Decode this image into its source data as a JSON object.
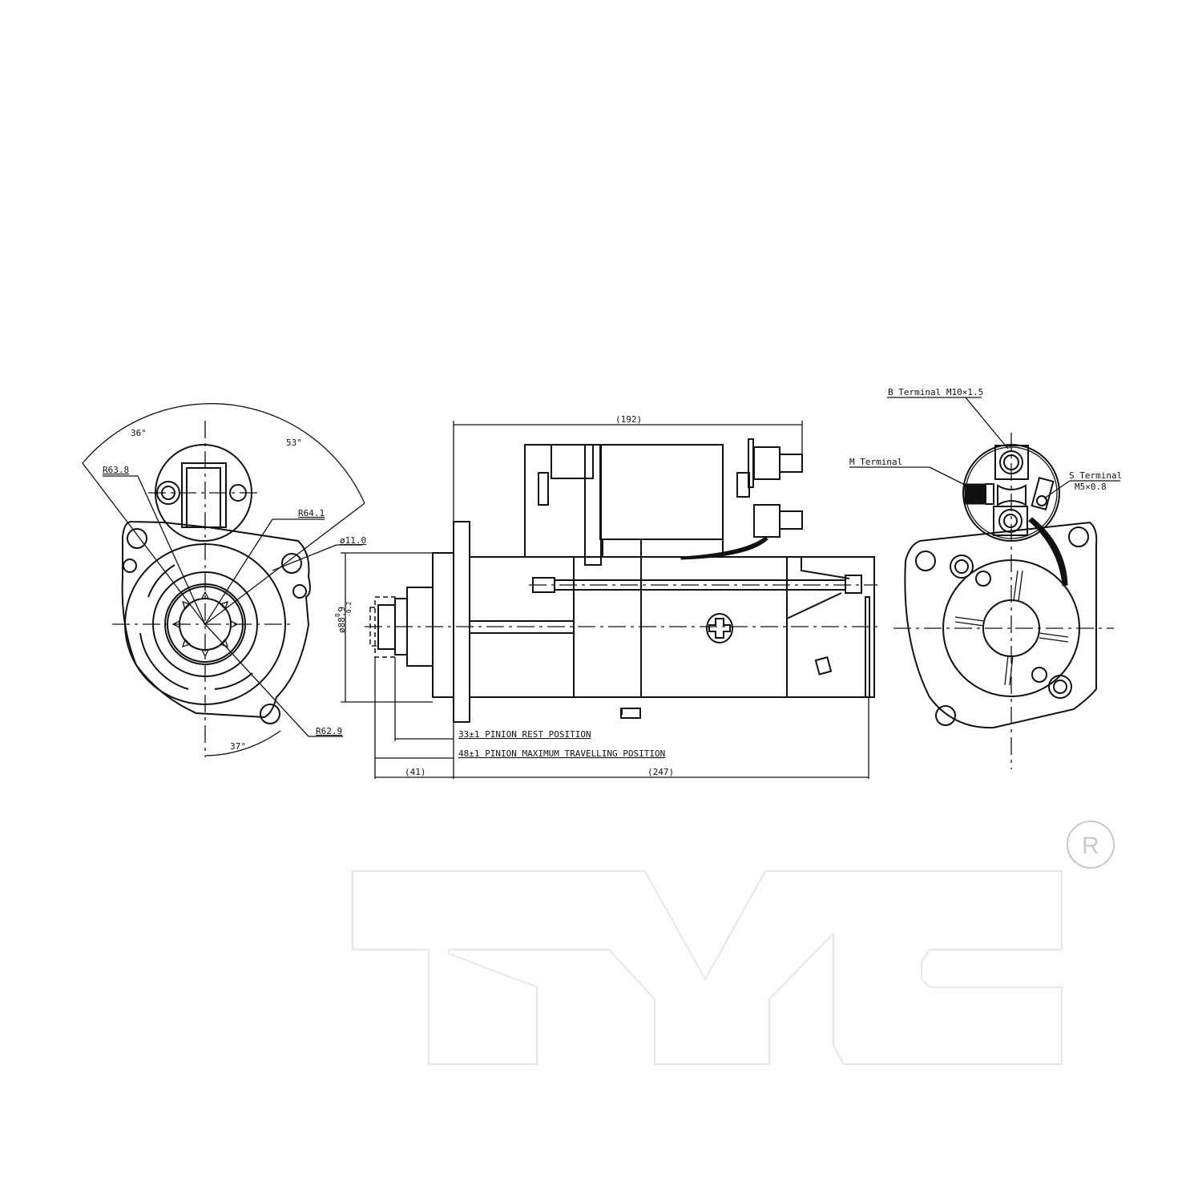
{
  "drawing": {
    "subject": "Starter motor technical drawing",
    "front_view": {
      "angles": [
        "36°",
        "53°",
        "37°"
      ],
      "radii": [
        "R63.8",
        "R64.1",
        "R62.9"
      ],
      "hole_diameter": "ø11.0"
    },
    "side_view": {
      "pilot_diameter": "ø88.9",
      "pilot_tolerance_upper": "0",
      "pilot_tolerance_lower": "-0.2",
      "overall_solenoid_length": "(192)",
      "pinion_rest": "33±1 PINION REST POSITION",
      "pinion_max": "48±1 PINION MAXIMUM TRAVELLING POSITION",
      "front_length": "(41)",
      "body_length": "(247)"
    },
    "rear_view": {
      "b_terminal": "B Terminal M10×1.5",
      "m_terminal": "M Terminal",
      "s_terminal": "S Terminal",
      "s_terminal_thread": "M5×0.8"
    }
  },
  "branding": {
    "logo_text": "TYC",
    "registered_mark": "R",
    "logo_color": "#ffffff",
    "logo_shadow": "#e0e0e0"
  }
}
